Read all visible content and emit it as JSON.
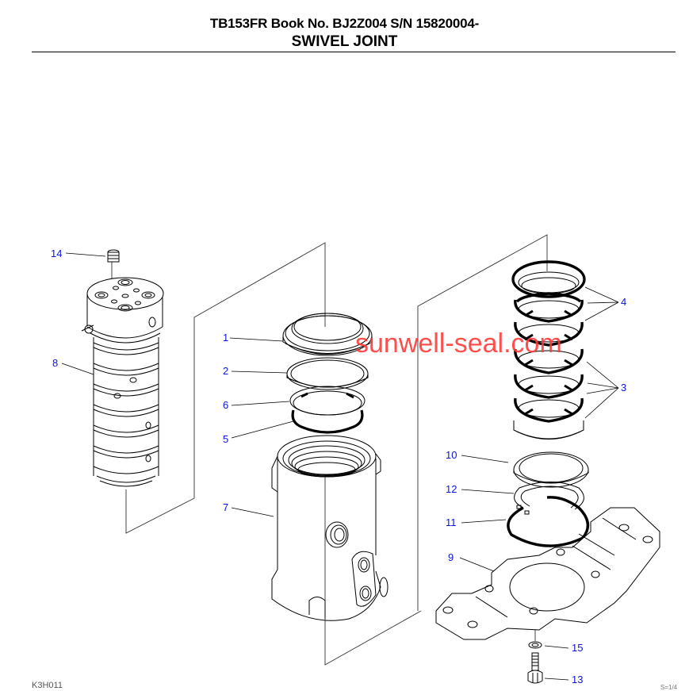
{
  "header": {
    "model_line": "TB153FR  Book No. BJ2Z004  S/N 15820004-",
    "title": "SWIVEL JOINT"
  },
  "callouts": [
    {
      "id": "14",
      "part": "plug"
    },
    {
      "id": "8",
      "part": "rotor-shaft"
    },
    {
      "id": "1",
      "part": "seal-ring"
    },
    {
      "id": "2",
      "part": "ring"
    },
    {
      "id": "6",
      "part": "backup-ring"
    },
    {
      "id": "5",
      "part": "o-ring"
    },
    {
      "id": "7",
      "part": "housing"
    },
    {
      "id": "4",
      "part": "o-rings"
    },
    {
      "id": "3",
      "part": "seal-rings"
    },
    {
      "id": "10",
      "part": "thrust-plate"
    },
    {
      "id": "12",
      "part": "snap-ring"
    },
    {
      "id": "11",
      "part": "o-ring-large"
    },
    {
      "id": "9",
      "part": "bracket"
    },
    {
      "id": "15",
      "part": "washer"
    },
    {
      "id": "13",
      "part": "bolt"
    }
  ],
  "watermark": "sunwell-seal.com",
  "footer": {
    "drawing_code": "K3H011",
    "page": "S=1/4"
  },
  "colors": {
    "callout": "#0a14d8",
    "watermark": "#ff3b3b",
    "line": "#000000"
  }
}
